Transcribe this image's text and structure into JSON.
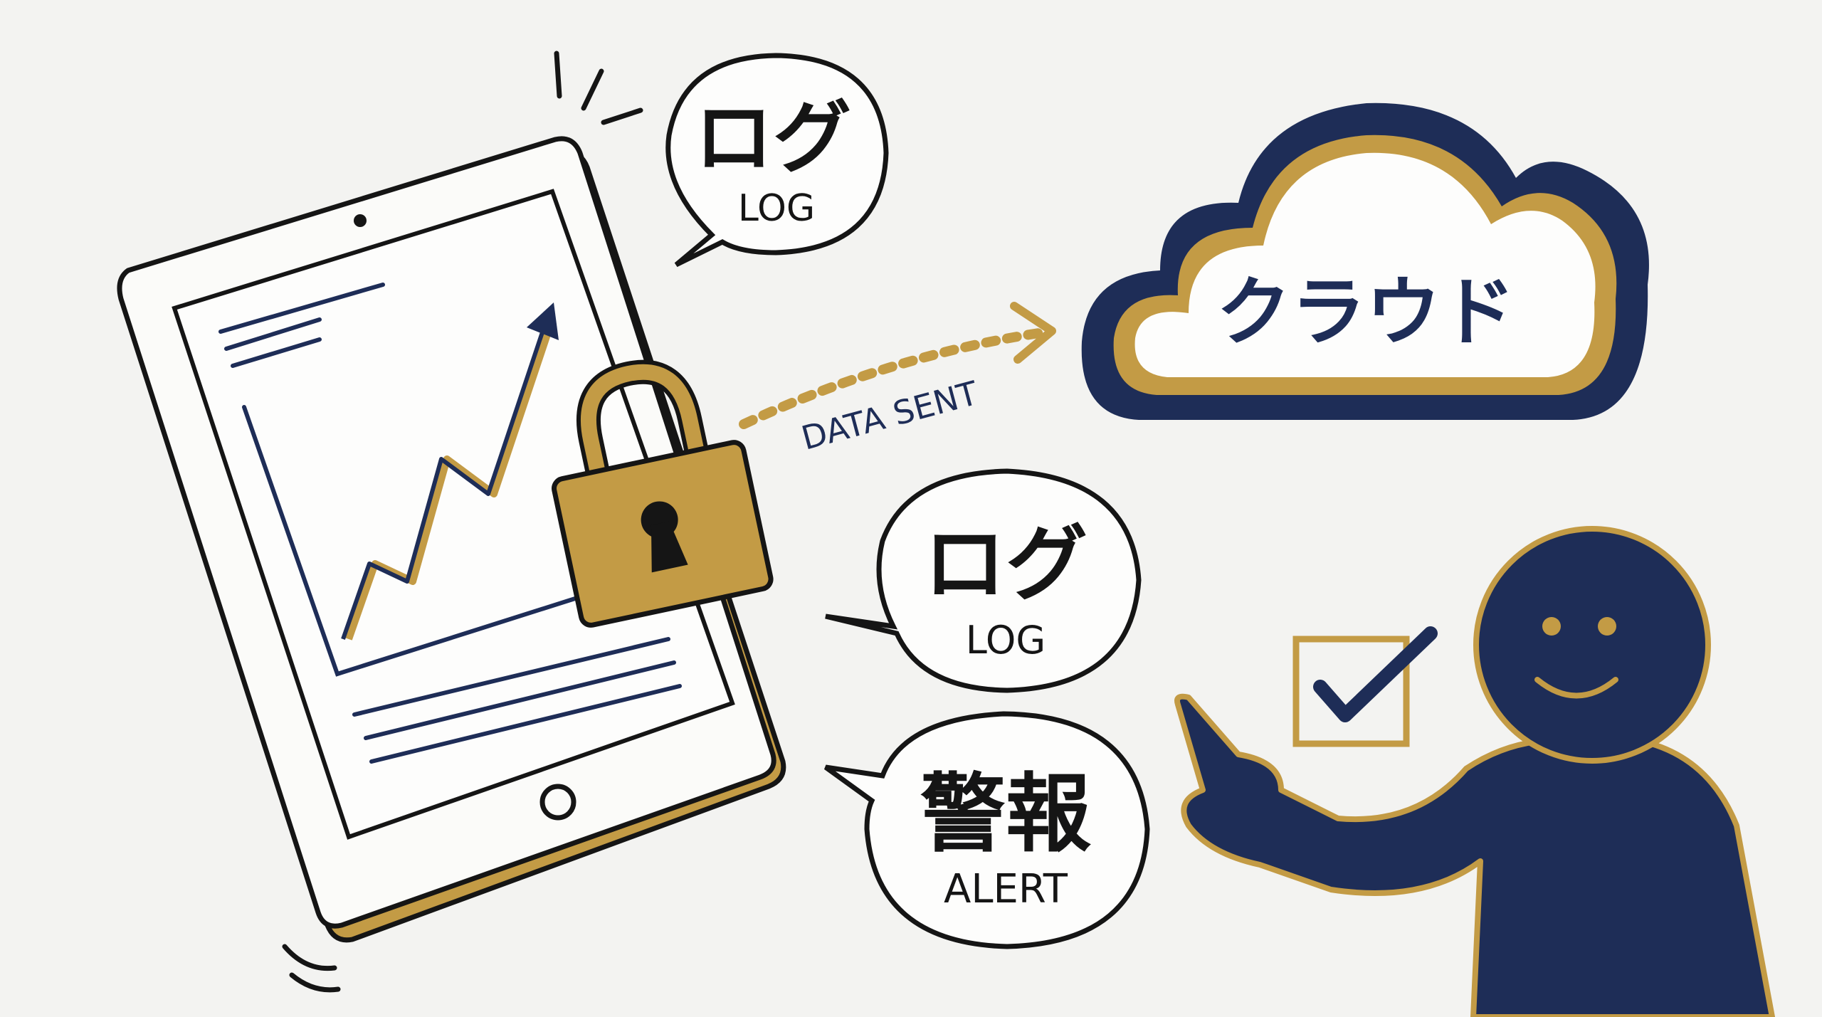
{
  "colors": {
    "navy": "#1e2d57",
    "gold": "#c39b45",
    "ink": "#151515",
    "background": "#f3f3f1"
  },
  "bubbles": [
    {
      "jp": "ログ",
      "en": "LOG"
    },
    {
      "jp": "ログ",
      "en": "LOG"
    },
    {
      "jp": "警報",
      "en": "ALERT"
    }
  ],
  "arrow_label": "DATA SENT",
  "cloud_label": "クラウド",
  "icons": [
    "tablet-icon",
    "padlock-icon",
    "cloud-icon",
    "checkbox-check-icon",
    "person-icon",
    "trend-chart-icon"
  ]
}
